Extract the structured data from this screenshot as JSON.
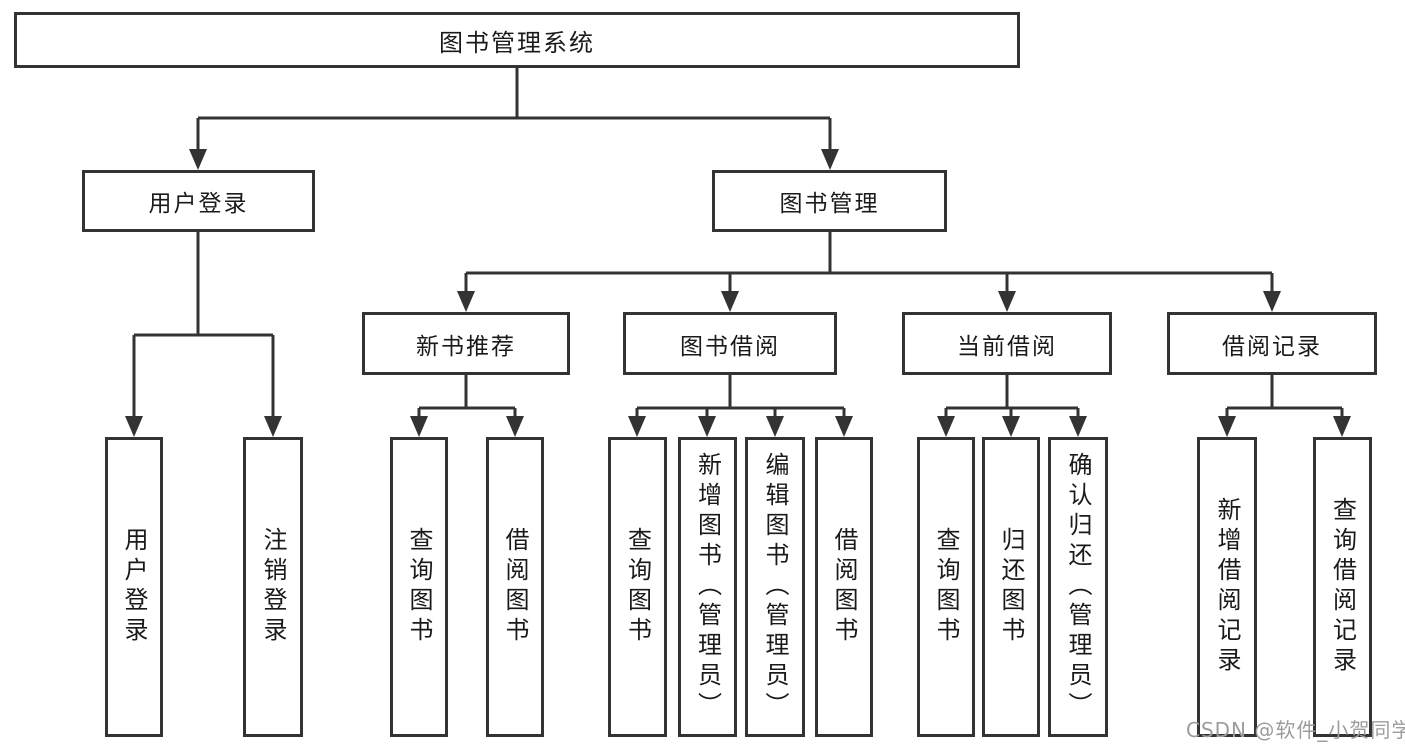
{
  "tree": {
    "root": {
      "label": "图书管理系统"
    },
    "level1": [
      {
        "label": "用户登录"
      },
      {
        "label": "图书管理"
      }
    ],
    "level2": [
      {
        "label": "新书推荐"
      },
      {
        "label": "图书借阅"
      },
      {
        "label": "当前借阅"
      },
      {
        "label": "借阅记录"
      }
    ],
    "leaves": {
      "user_login": [
        {
          "label": "用户登录"
        },
        {
          "label": "注销登录"
        }
      ],
      "new_book": [
        {
          "label": "查询图书"
        },
        {
          "label": "借阅图书"
        }
      ],
      "book_borrow": [
        {
          "label": "查询图书"
        },
        {
          "label": "新增图书（管理员）"
        },
        {
          "label": "编辑图书（管理员）"
        },
        {
          "label": "借阅图书"
        }
      ],
      "current_borrow": [
        {
          "label": "查询图书"
        },
        {
          "label": "归还图书"
        },
        {
          "label": "确认归还（管理员）"
        }
      ],
      "borrow_record": [
        {
          "label": "新增借阅记录"
        },
        {
          "label": "查询借阅记录"
        }
      ]
    }
  },
  "watermark": "CSDN @软件_小贺同学",
  "colors": {
    "line": "#333333",
    "text": "#1a1a1a",
    "watermark": "#9c9c9c",
    "background": "#ffffff"
  }
}
